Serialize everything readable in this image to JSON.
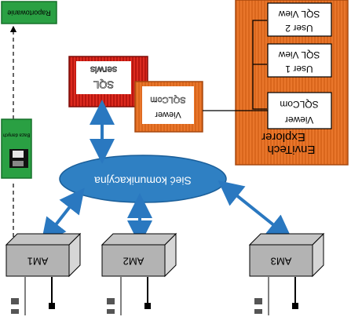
{
  "nodes": {
    "raport": {
      "label": "Raportowanie"
    },
    "db": {
      "label": "Baza danych"
    },
    "sql_serwis": {
      "label1": "SQL",
      "label2": "serwis"
    },
    "viewer_sqlcom": {
      "label1": "Viewer",
      "label2": "SQLCom"
    },
    "envitech": {
      "title1": "EnviTech",
      "title2": "Explorer",
      "viewer": {
        "label1": "Viewer",
        "label2": "SQLCom"
      },
      "user1": {
        "label1": "User 1",
        "label2": "SQL View"
      },
      "user2": {
        "label1": "User 2",
        "label2": "SQL View"
      }
    },
    "network": {
      "label": "Sieć komunikacyjna"
    },
    "am": [
      "AM1",
      "AM2",
      "AM3"
    ]
  },
  "colors": {
    "orange": "#e9762b",
    "orange_dark": "#c95a12",
    "red": "#d9211c",
    "ellipse": "#2f80c3",
    "arrow": "#2a78c0",
    "green": "#2aa043",
    "station_front": "#b3b3b3",
    "station_side": "#d6d6d6"
  }
}
